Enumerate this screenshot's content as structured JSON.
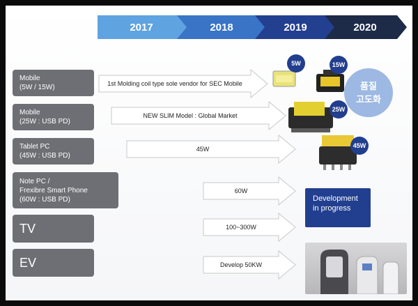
{
  "timeline": {
    "years": [
      "2017",
      "2018",
      "2019",
      "2020"
    ],
    "colors": [
      "#5fa3e0",
      "#3974c6",
      "#233f8f",
      "#1d2a48"
    ]
  },
  "categories": [
    {
      "title": "Mobile",
      "sub": "(5W / 15W)"
    },
    {
      "title": "Mobile",
      "sub": "(25W : USB PD)"
    },
    {
      "title": "Tablet PC",
      "sub": "(45W : USB PD)"
    },
    {
      "title": "Note PC /",
      "sub": "Frexibre Smart Phone",
      "sub2": "(60W : USB PD)"
    },
    {
      "title": "TV"
    },
    {
      "title": "EV"
    }
  ],
  "arrows": [
    "1st Molding coil type sole vendor for SEC Mobile",
    "NEW SLIM Model : Global Market",
    "45W",
    "60W",
    "100~300W",
    "Develop 50KW"
  ],
  "badges": [
    "5W",
    "15W",
    "25W",
    "45W"
  ],
  "quality": [
    "품질",
    "고도화"
  ],
  "development": [
    "Development",
    "in progress"
  ],
  "icons": [
    "coil-transformer-icon",
    "ev-charger-icon"
  ]
}
